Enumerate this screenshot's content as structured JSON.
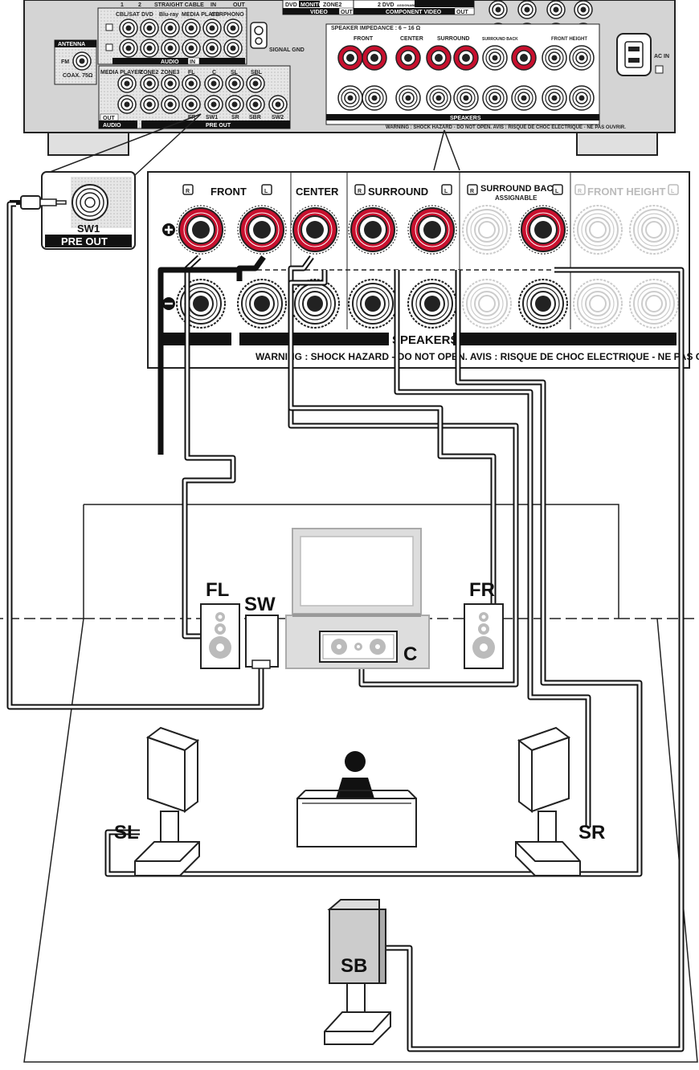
{
  "receiver": {
    "top_labels": [
      "1",
      "2",
      "STRAIGHT CABLE",
      "IN",
      "OUT"
    ],
    "audio_inputs": [
      "CBL/SAT",
      "DVD",
      "Blu-ray",
      "MEDIA PLAYER",
      "CD",
      "PHONO"
    ],
    "audio_in_label": "AUDIO",
    "in_badge": "IN",
    "video_labels": [
      "DVD",
      "MONITOR",
      "ZONE2"
    ],
    "video_label": "VIDEO",
    "out_badge": "OUT",
    "component_dvd": "2 DVD",
    "assignable_small": "ASSIGNABLE",
    "component_label": "COMPONENT VIDEO",
    "antenna_label": "ANTENNA",
    "fm_label": "FM",
    "coax_label": "COAX. 75Ω",
    "signal_gnd_label": "SIGNAL GND",
    "preout_top": [
      "MEDIA PLAYER",
      "ZONE2",
      "ZONE3",
      "FL",
      "C",
      "SL",
      "SBL"
    ],
    "preout_bottom": [
      "FR",
      "SW1",
      "SR",
      "SBR",
      "SW2"
    ],
    "audio_out_label": "AUDIO",
    "pre_out_label": "PRE OUT",
    "impedance_label": "SPEAKER IMPEDANCE : 6 ~ 16 Ω",
    "speaker_groups_small": [
      "FRONT",
      "CENTER",
      "SURROUND",
      "SURROUND BACK",
      "FRONT HEIGHT"
    ],
    "speakers_small": "SPEAKERS",
    "warning_small": "WARNING : SHOCK HAZARD - DO NOT OPEN.  AVIS : RISQUE DE CHOC ELECTRIQUE - NE PAS OUVRIR.",
    "ac_in_label": "AC IN"
  },
  "sw1_zoom": {
    "jack_label": "SW1",
    "banner": "PRE OUT"
  },
  "terminal_zoom": {
    "front": "FRONT",
    "center": "CENTER",
    "surround": "SURROUND",
    "surround_back": "SURROUND BACK",
    "assignable": "ASSIGNABLE",
    "front_height": "FRONT HEIGHT",
    "r_badge": "R",
    "l_badge": "L",
    "speakers_banner": "SPEAKERS",
    "warning": "WARNING : SHOCK HAZARD - DO NOT OPEN.  AVIS : RISQUE DE CHOC ELECTRIQUE - NE PAS OUVRIR"
  },
  "room": {
    "fl": "FL",
    "sw": "SW",
    "fr": "FR",
    "c": "C",
    "sl": "SL",
    "sr": "SR",
    "sb": "SB"
  }
}
